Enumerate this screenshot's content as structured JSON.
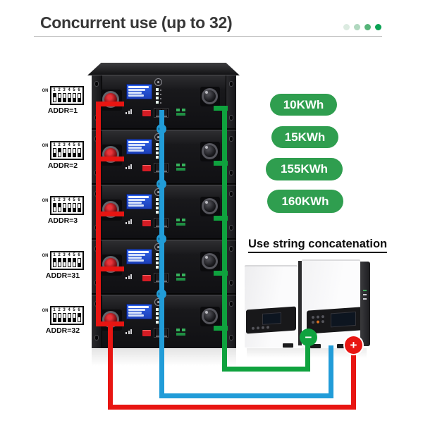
{
  "header": {
    "title": "Concurrent use (up to 32)",
    "dot_colors": [
      "#dcebe1",
      "#b0d8bf",
      "#55b478",
      "#0aa254"
    ]
  },
  "stack": {
    "units": [
      {
        "addr": "ADDR=1",
        "on_label": "ON",
        "numbers": [
          "1",
          "2",
          "3",
          "4",
          "5",
          "6"
        ],
        "dip": [
          1,
          0,
          0,
          0,
          0,
          0
        ]
      },
      {
        "addr": "ADDR=2",
        "on_label": "ON",
        "numbers": [
          "1",
          "2",
          "3",
          "4",
          "5",
          "6"
        ],
        "dip": [
          0,
          1,
          0,
          0,
          0,
          0
        ]
      },
      {
        "addr": "ADDR=3",
        "on_label": "ON",
        "numbers": [
          "1",
          "2",
          "3",
          "4",
          "5",
          "6"
        ],
        "dip": [
          1,
          1,
          0,
          0,
          0,
          0
        ]
      },
      {
        "addr": "ADDR=31",
        "on_label": "ON",
        "numbers": [
          "1",
          "2",
          "3",
          "4",
          "5",
          "6"
        ],
        "dip": [
          1,
          1,
          1,
          1,
          1,
          0
        ]
      },
      {
        "addr": "ADDR=32",
        "on_label": "ON",
        "numbers": [
          "1",
          "2",
          "3",
          "4",
          "5",
          "6"
        ],
        "dip": [
          0,
          0,
          0,
          0,
          0,
          1
        ]
      }
    ]
  },
  "badges": [
    {
      "label": "10KWh"
    },
    {
      "label": "15KWh"
    },
    {
      "label": "155KWh"
    },
    {
      "label": "160KWh"
    }
  ],
  "note": {
    "text": "Use string concatenation"
  },
  "inverter": {
    "minus_label": "−",
    "plus_label": "+"
  },
  "colors": {
    "red_cable": "#e81512",
    "blue_cable": "#219cd8",
    "green_cable": "#0fa23e",
    "badge_green": "#2f9e4f"
  }
}
